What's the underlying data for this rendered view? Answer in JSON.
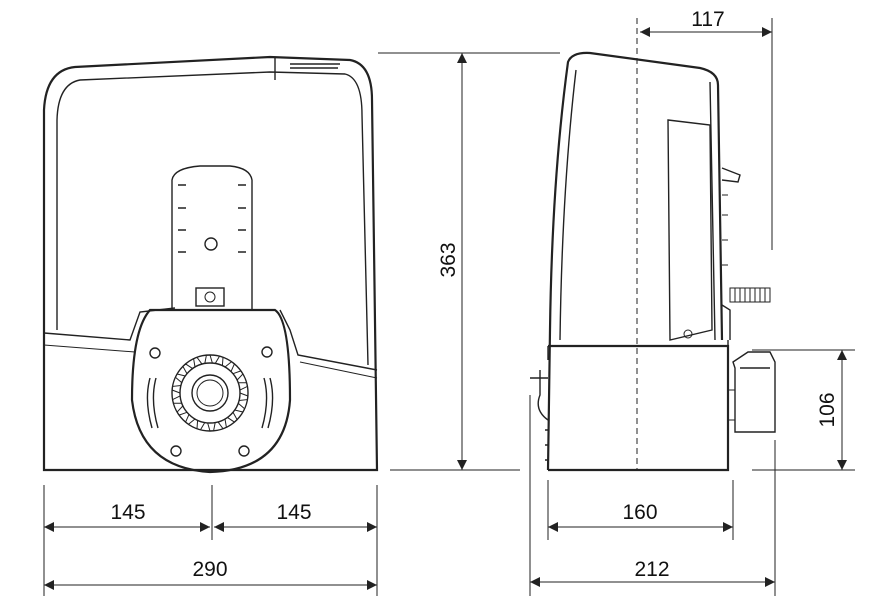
{
  "colors": {
    "line": "#222222",
    "background": "#ffffff",
    "text": "#111111"
  },
  "dimensions": {
    "front_half_left": "145",
    "front_half_right": "145",
    "front_width": "290",
    "height": "363",
    "top_offset": "117",
    "side_depth_base": "160",
    "side_depth_total": "212",
    "base_height": "106"
  }
}
